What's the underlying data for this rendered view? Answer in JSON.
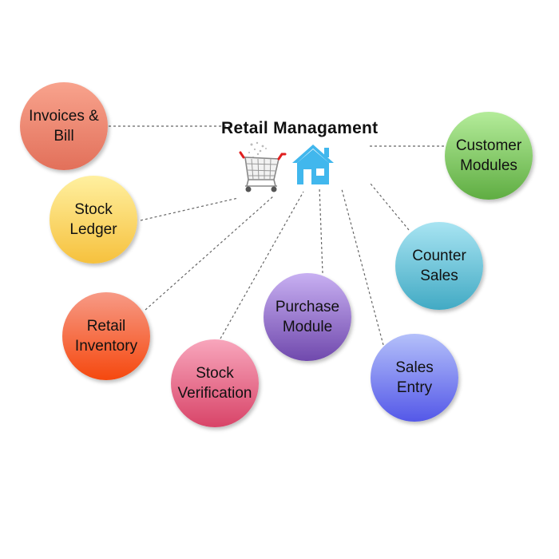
{
  "center": {
    "title": "Retail Managament",
    "icons": [
      "shopping-cart-icon",
      "house-icon"
    ]
  },
  "nodes": [
    {
      "id": "invoices-bill",
      "label": "Invoices &\nBill",
      "colors": [
        "#f8a38d",
        "#e2705a"
      ]
    },
    {
      "id": "stock-ledger",
      "label": "Stock\nLedger",
      "colors": [
        "#fff0a0",
        "#f6c13d"
      ]
    },
    {
      "id": "retail-inventory",
      "label": "Retail\nInventory",
      "colors": [
        "#f79a86",
        "#f5480e"
      ]
    },
    {
      "id": "stock-verification",
      "label": "Stock\nVerification",
      "colors": [
        "#f8a6bc",
        "#d84468"
      ]
    },
    {
      "id": "purchase-module",
      "label": "Purchase\nModule",
      "colors": [
        "#c8b0f2",
        "#7049ad"
      ]
    },
    {
      "id": "sales-entry",
      "label": "Sales\nEntry",
      "colors": [
        "#b4c0fa",
        "#5458e8"
      ]
    },
    {
      "id": "counter-sales",
      "label": "Counter\nSales",
      "colors": [
        "#a8e4f2",
        "#42aac4"
      ]
    },
    {
      "id": "customer-modules",
      "label": "Customer\nModules",
      "colors": [
        "#b4ec9a",
        "#5fad42"
      ]
    }
  ],
  "colors": {
    "connector": "#666666",
    "house": "#41b7ed",
    "cart_handle": "#e02020"
  }
}
